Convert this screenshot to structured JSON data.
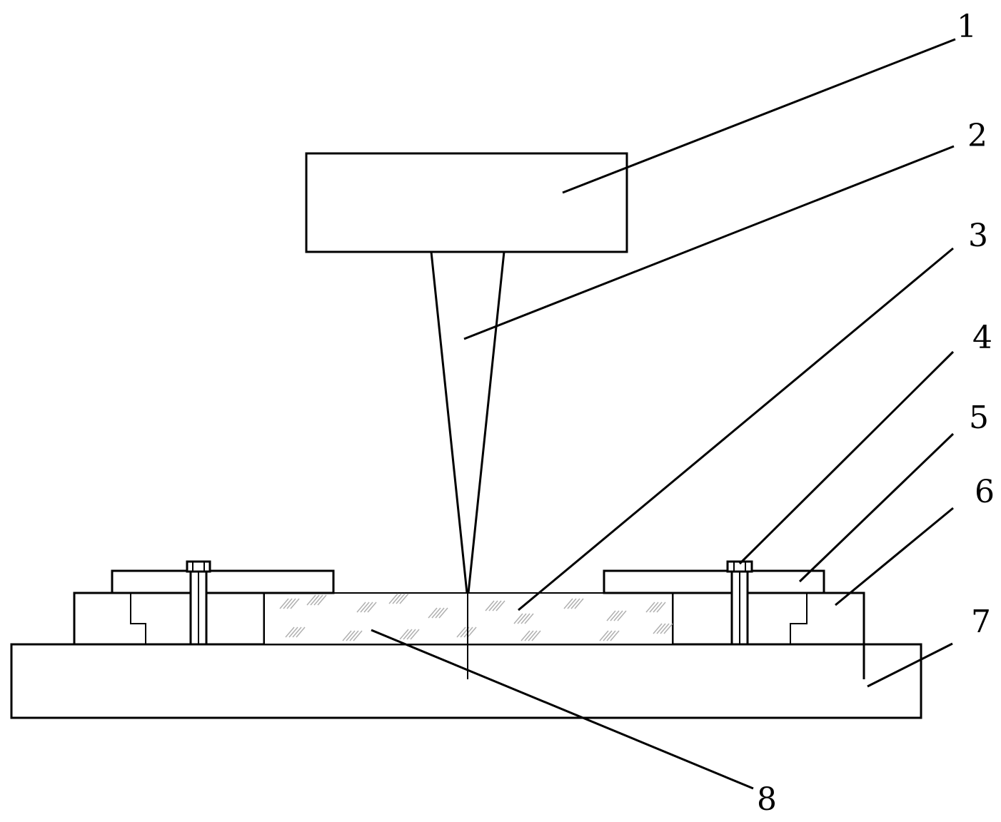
{
  "labels": {
    "l1": "1",
    "l2": "2",
    "l3": "3",
    "l4": "4",
    "l5": "5",
    "l6": "6",
    "l7": "7",
    "l8": "8"
  },
  "colors": {
    "stroke": "#000000",
    "hatch": "#b0b0b0",
    "background": "#ffffff"
  }
}
